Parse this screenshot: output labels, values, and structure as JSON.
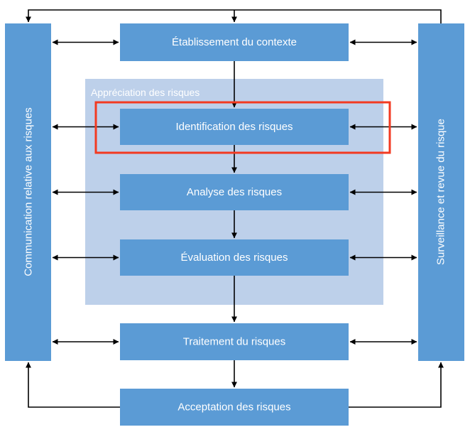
{
  "diagram": {
    "group_label": "Appréciation des risques",
    "steps": {
      "context": "Établissement du contexte",
      "identification": "Identification des risques",
      "analysis": "Analyse des risques",
      "evaluation": "Évaluation des risques",
      "treatment": "Traitement du risques",
      "acceptance": "Acceptation des risques"
    },
    "side_left": "Communication relative aux risques",
    "side_right": "Surveillance et revue du risque",
    "highlighted_step": "identification",
    "colors": {
      "box": "#5b9bd5",
      "group_background": "#bdd0ea",
      "highlight": "#f23a21",
      "arrows": "#000000"
    }
  }
}
